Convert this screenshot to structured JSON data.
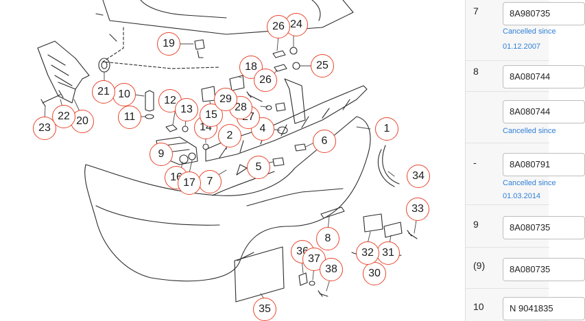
{
  "diagram": {
    "callouts": [
      "1",
      "2",
      "4",
      "5",
      "6",
      "7",
      "8",
      "9",
      "10",
      "11",
      "12",
      "13",
      "14",
      "15",
      "16",
      "17",
      "18",
      "19",
      "20",
      "21",
      "22",
      "23",
      "24",
      "25",
      "26",
      "26",
      "27",
      "28",
      "29",
      "30",
      "31",
      "32",
      "33",
      "34",
      "35",
      "36",
      "37",
      "38"
    ]
  },
  "parts_panel": {
    "rows": [
      {
        "number": "7",
        "part": "8A980735",
        "note": "Cancelled since",
        "date": "01.12.2007"
      },
      {
        "number": "8",
        "part": "8A080744"
      },
      {
        "number": "",
        "part": "8A080744",
        "note": "Cancelled since"
      },
      {
        "number": "-",
        "part": "8A080791",
        "note": "Cancelled since",
        "date": "01.03.2014"
      },
      {
        "number": "9",
        "part": "8A080735"
      },
      {
        "number": "(9)",
        "part": "8A080735"
      },
      {
        "number": "10",
        "part": "N 9041835"
      }
    ]
  },
  "colors": {
    "callout_ring": "#e8452c",
    "link": "#2f7fd4",
    "panel_bg": "#f7f7f8"
  }
}
